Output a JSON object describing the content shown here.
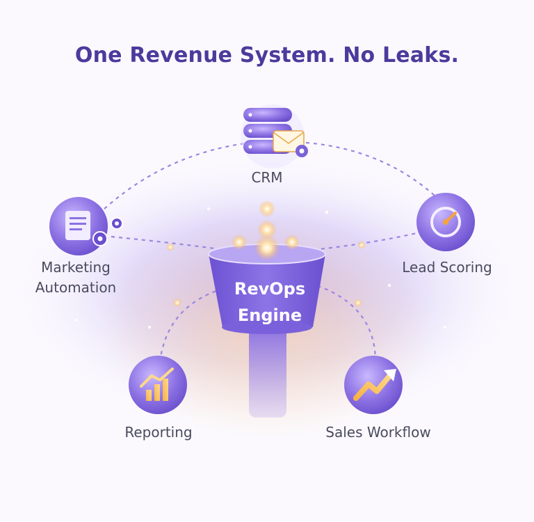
{
  "title": "One Revenue System. No Leaks.",
  "engine": {
    "line1": "RevOps",
    "line2": "Engine"
  },
  "nodes": {
    "crm": {
      "label": "CRM",
      "icon": "database-icon"
    },
    "marketing": {
      "line1": "Marketing",
      "line2": "Automation",
      "icon": "document-gear-icon"
    },
    "lead_scoring": {
      "label": "Lead Scoring",
      "icon": "gauge-icon"
    },
    "reporting": {
      "label": "Reporting",
      "icon": "bar-chart-icon"
    },
    "sales_workflow": {
      "label": "Sales Workflow",
      "icon": "trend-arrow-icon"
    }
  },
  "colors": {
    "title": "#4c3a9c",
    "primary": "#7b62d6",
    "accent": "#f5a43b",
    "label": "#4a4a5e"
  }
}
